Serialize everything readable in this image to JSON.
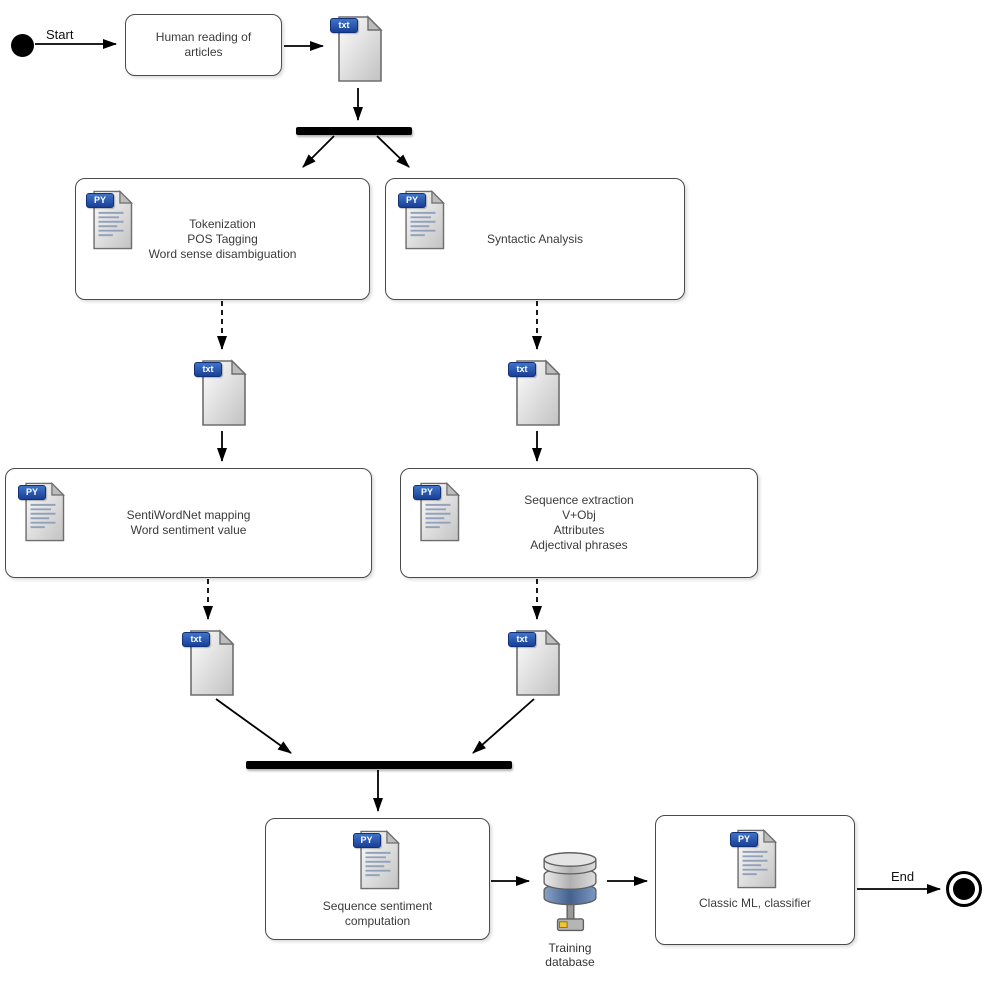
{
  "labels": {
    "start": "Start",
    "end": "End"
  },
  "icons": {
    "txt": "txt",
    "py": "PY"
  },
  "nodes": {
    "human_reading": {
      "lines": [
        "Human reading of",
        "articles"
      ]
    },
    "tokenization": {
      "lines": [
        "Tokenization",
        "POS Tagging",
        "Word sense disambiguation"
      ]
    },
    "syntactic_analysis": {
      "lines": [
        "Syntactic Analysis"
      ]
    },
    "sentiwordnet": {
      "lines": [
        "SentiWordNet mapping",
        "Word sentiment value"
      ]
    },
    "sequence_extraction": {
      "lines": [
        "Sequence extraction",
        "V+Obj",
        "Attributes",
        "Adjectival phrases"
      ]
    },
    "sequence_sentiment": {
      "lines": [
        "Sequence sentiment",
        "computation"
      ]
    },
    "classic_ml": {
      "lines": [
        "Classic ML, classifier"
      ]
    },
    "training_database": {
      "lines": [
        "Training",
        "database"
      ]
    }
  },
  "colors": {
    "banner_blue": "#1c4fa8",
    "accent_yellow": "#f2c62a",
    "node_border": "#4a4a4a",
    "arrow": "#000000"
  }
}
